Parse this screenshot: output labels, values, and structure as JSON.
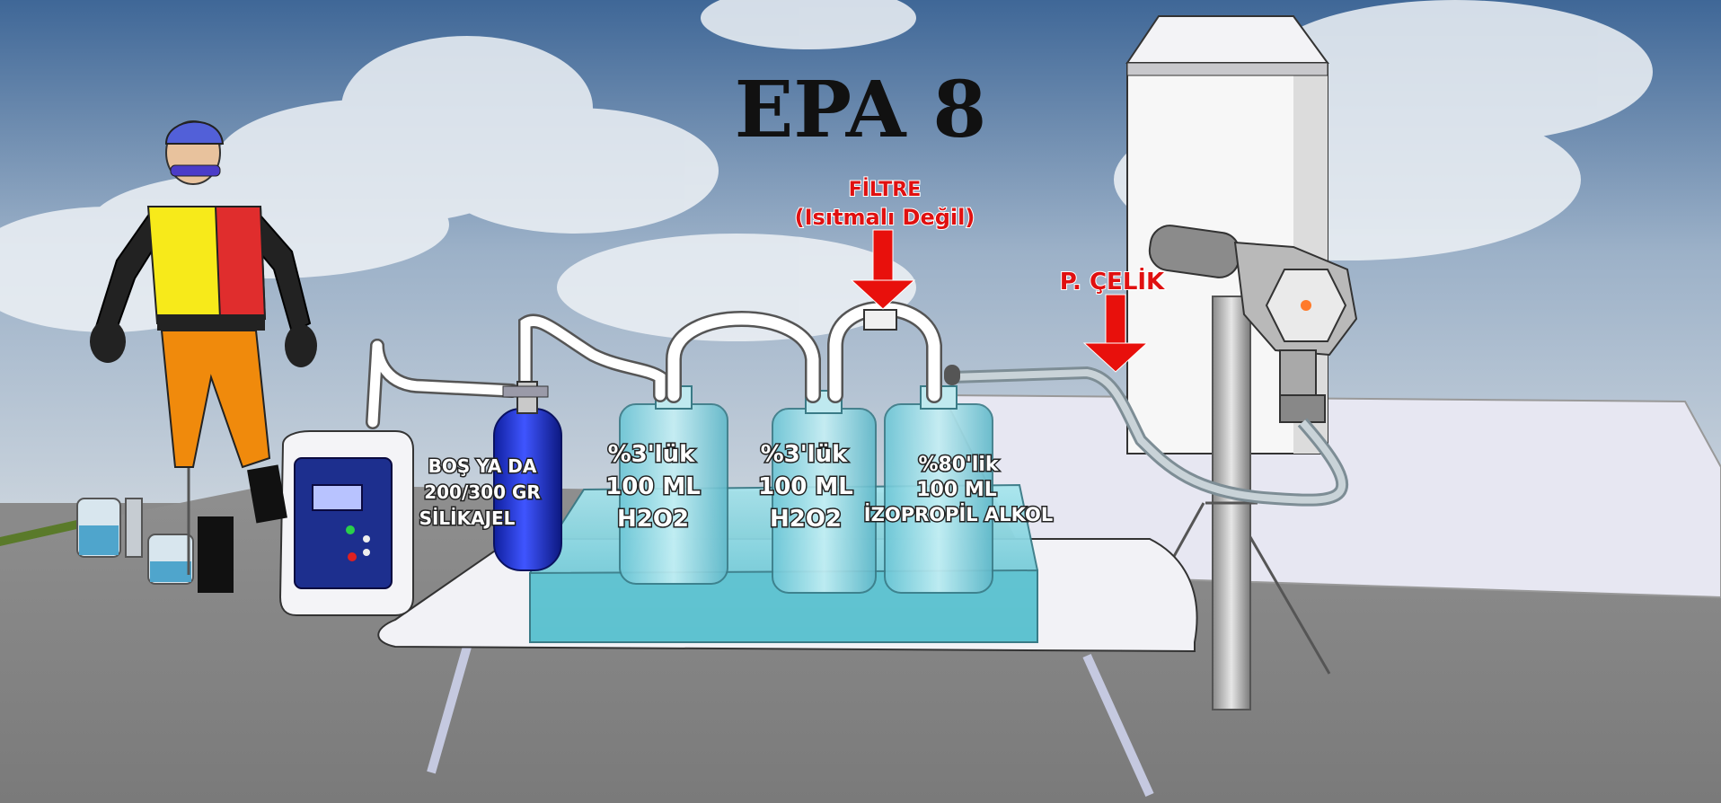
{
  "title": "EPA 8",
  "callouts": {
    "filter_line1": "FİLTRE",
    "filter_line2": "(Isıtmalı Değil)",
    "steel_probe": "P. ÇELİK"
  },
  "labels": {
    "silica": [
      "BOŞ YA DA",
      "200/300 GR",
      "SİLİKAJEL"
    ],
    "bottle1": [
      "%3'lük",
      "100 ML",
      "H2O2"
    ],
    "bottle2": [
      "%3'lük",
      "100 ML",
      "H2O2"
    ],
    "bottle3": [
      "%80'lik",
      "100 ML",
      "İZOPROPİL ALKOL"
    ]
  },
  "colors": {
    "sky_top": "#4a6f9e",
    "ground": "#8c8c8c",
    "arrow": "#e8100c",
    "cylinder": "#1a2fd0",
    "water": "#7fd6e0"
  }
}
